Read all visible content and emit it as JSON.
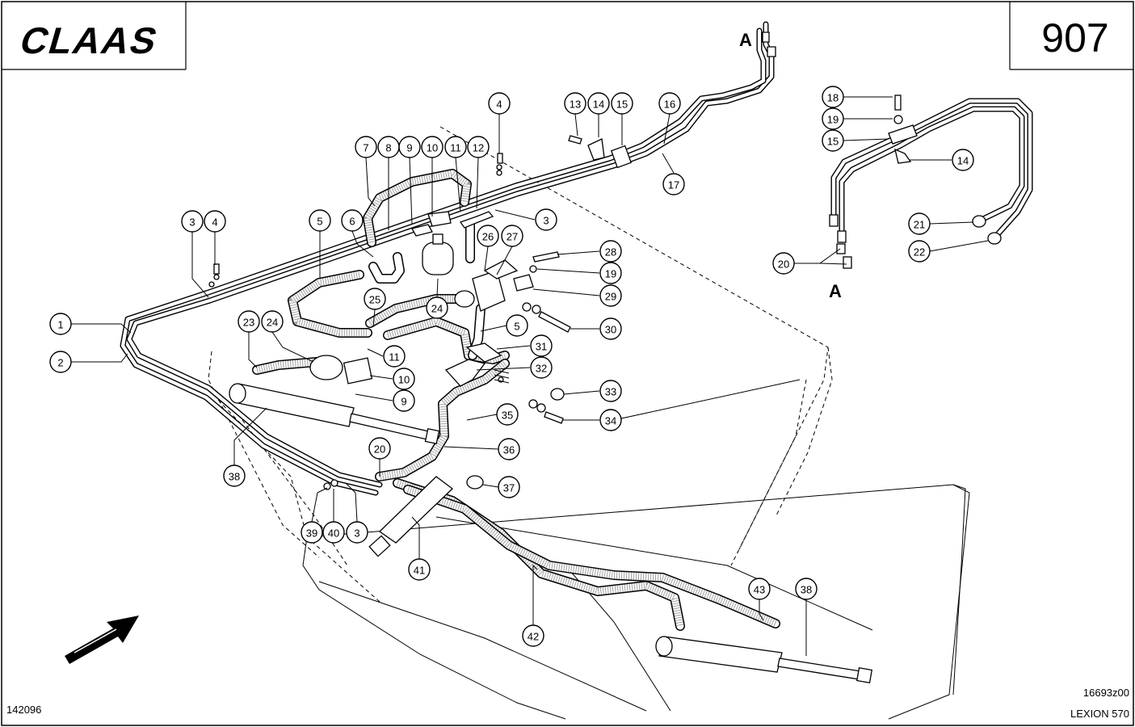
{
  "header": {
    "brand": "CLAAS",
    "page_number": "907"
  },
  "footer": {
    "left_code": "142096",
    "drawing_code": "16693z00",
    "model": "LEXION 570"
  },
  "detail_markers": {
    "top": "A",
    "bottom": "A"
  },
  "callouts": [
    "1",
    "2",
    "3",
    "4",
    "5",
    "6",
    "7",
    "8",
    "9",
    "10",
    "11",
    "12",
    "13",
    "14",
    "15",
    "16",
    "17",
    "18",
    "19",
    "20",
    "21",
    "22",
    "23",
    "24",
    "25",
    "26",
    "27",
    "28",
    "29",
    "30",
    "31",
    "32",
    "33",
    "34",
    "35",
    "36",
    "37",
    "38",
    "39",
    "40",
    "41",
    "42",
    "43"
  ],
  "colors": {
    "ink": "#000000",
    "paper": "#ffffff"
  },
  "icons": {
    "direction_arrow": "direction-arrow-icon"
  }
}
